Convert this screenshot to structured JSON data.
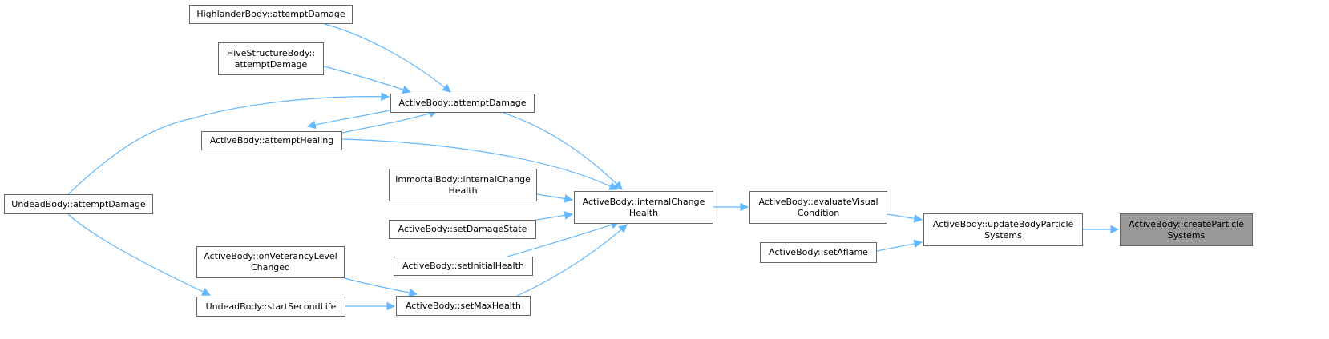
{
  "graph": {
    "edge_color": "#63b8ff",
    "root_fill": "#999999",
    "nodes": [
      {
        "id": "create",
        "label": "ActiveBody::createParticle\nSystems",
        "root": true
      },
      {
        "id": "update",
        "label": "ActiveBody::updateBodyParticle\nSystems"
      },
      {
        "id": "evaluate",
        "label": "ActiveBody::evaluateVisual\nCondition"
      },
      {
        "id": "setaflame",
        "label": "ActiveBody::setAflame"
      },
      {
        "id": "internal",
        "label": "ActiveBody::internalChange\nHealth"
      },
      {
        "id": "attemptdmg",
        "label": "ActiveBody::attemptDamage"
      },
      {
        "id": "attemptheal",
        "label": "ActiveBody::attemptHealing"
      },
      {
        "id": "immortal",
        "label": "ImmortalBody::internalChange\nHealth"
      },
      {
        "id": "setdmgstate",
        "label": "ActiveBody::setDamageState"
      },
      {
        "id": "setinit",
        "label": "ActiveBody::setInitialHealth"
      },
      {
        "id": "setmax",
        "label": "ActiveBody::setMaxHealth"
      },
      {
        "id": "highlander",
        "label": "HighlanderBody::attemptDamage"
      },
      {
        "id": "hive",
        "label": "HiveStructureBody::\nattemptDamage"
      },
      {
        "id": "undeaddmg",
        "label": "UndeadBody::attemptDamage"
      },
      {
        "id": "veterancy",
        "label": "ActiveBody::onVeterancyLevel\nChanged"
      },
      {
        "id": "secondlife",
        "label": "UndeadBody::startSecondLife"
      }
    ],
    "edges": [
      {
        "from": "update",
        "to": "create"
      },
      {
        "from": "evaluate",
        "to": "update"
      },
      {
        "from": "setaflame",
        "to": "update"
      },
      {
        "from": "internal",
        "to": "evaluate"
      },
      {
        "from": "attemptdmg",
        "to": "internal"
      },
      {
        "from": "attemptheal",
        "to": "internal"
      },
      {
        "from": "immortal",
        "to": "internal"
      },
      {
        "from": "setdmgstate",
        "to": "internal"
      },
      {
        "from": "setinit",
        "to": "internal"
      },
      {
        "from": "setmax",
        "to": "internal"
      },
      {
        "from": "highlander",
        "to": "attemptdmg"
      },
      {
        "from": "hive",
        "to": "attemptdmg"
      },
      {
        "from": "attemptheal",
        "to": "attemptdmg"
      },
      {
        "from": "undeaddmg",
        "to": "attemptdmg"
      },
      {
        "from": "attemptdmg",
        "to": "attemptheal"
      },
      {
        "from": "veterancy",
        "to": "setmax"
      },
      {
        "from": "secondlife",
        "to": "setmax"
      },
      {
        "from": "undeaddmg",
        "to": "secondlife"
      }
    ]
  }
}
